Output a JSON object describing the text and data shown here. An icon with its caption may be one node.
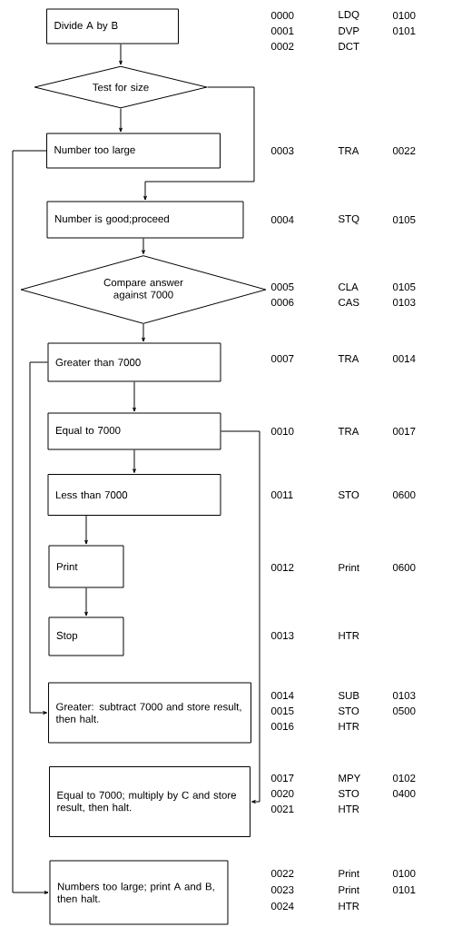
{
  "diagram": {
    "nodes": [
      {
        "text": [
          "Divide A by B"
        ]
      },
      {
        "text": [
          "Test for size"
        ]
      },
      {
        "text": [
          "Number too large"
        ]
      },
      {
        "text": [
          "Number is good;proceed"
        ]
      },
      {
        "text": [
          "Compare answer against 7000"
        ]
      },
      {
        "text": [
          "Greater than 7000"
        ]
      },
      {
        "text": [
          "Equal to 7000"
        ]
      },
      {
        "text": [
          "Less than 7000"
        ]
      },
      {
        "text": [
          "Print"
        ]
      },
      {
        "text": [
          "Stop"
        ]
      },
      {
        "text": [
          "Greater: subtract 7000 and store result, then halt."
        ]
      },
      {
        "text": [
          "Equal to 7000; multiply by C and store result, then halt."
        ]
      },
      {
        "text": [
          "Numbers too large; print A and B, then halt."
        ]
      }
    ],
    "edges": [
      {
        "from": 0,
        "to": 1,
        "arrow": "to"
      },
      {
        "from": 1,
        "to": 2,
        "arrow": "to"
      },
      {
        "from": 1,
        "to": 3,
        "arrow": "to"
      },
      {
        "from": 2,
        "to": 12,
        "arrow": "to"
      },
      {
        "from": 3,
        "to": 4,
        "arrow": "to"
      },
      {
        "from": 4,
        "to": 5,
        "arrow": "to"
      },
      {
        "from": 5,
        "to": 6,
        "arrow": "to"
      },
      {
        "from": 5,
        "to": 10,
        "arrow": "to"
      },
      {
        "from": 6,
        "to": 7,
        "arrow": "to"
      },
      {
        "from": 6,
        "to": 11,
        "arrow": "to"
      },
      {
        "from": 7,
        "to": 8,
        "arrow": "to"
      },
      {
        "from": 8,
        "to": 9,
        "arrow": "to"
      }
    ],
    "labels": [
      "0000",
      "LDQ",
      "0100",
      "0001",
      "DVP",
      "0101",
      "0002",
      "DCT",
      "0003",
      "TRA",
      "0022",
      "0004",
      "STQ",
      "0105",
      "0005",
      "CLA",
      "0105",
      "0006",
      "CAS",
      "0103",
      "0007",
      "TRA",
      "0014",
      "0010",
      "TRA",
      "0017",
      "0011",
      "STO",
      "0600",
      "0012",
      "Print",
      "0600",
      "0013",
      "HTR",
      "0014",
      "SUB",
      "0103",
      "0015",
      "STO",
      "0500",
      "0016",
      "HTR",
      "0017",
      "MPY",
      "0102",
      "0020",
      "STO",
      "0400",
      "0021",
      "HTR",
      "0022",
      "Print",
      "0100",
      "0023",
      "Print",
      "0101",
      "0024",
      "HTR"
    ]
  }
}
